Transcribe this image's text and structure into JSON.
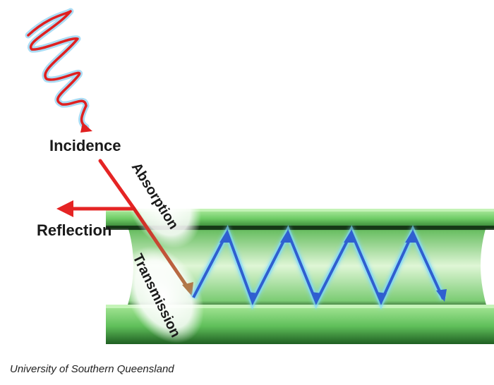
{
  "labels": {
    "incidence": "Incidence",
    "absorption": "Absorption",
    "reflection": "Reflection",
    "transmission": "Transmission"
  },
  "credit": "University of Southern Queensland",
  "colors": {
    "incident_wave": "#e02020",
    "wave_glow": "#8fd0f0",
    "reflection_arrow": "#e52424",
    "transmission_start": "#d92020",
    "transmission_end": "#b07a4a",
    "internal_ray": "#2f5fd0",
    "internal_ray_glow": "#7fd8ff",
    "plate_light": "#9fe08f",
    "plate_mid": "#5fbf5a",
    "plate_dark": "#2f7a2f",
    "core_light": "#d6f4cc",
    "core_mid": "#8fd68a"
  },
  "icons": [
    "wave-icon",
    "arrow-icon"
  ]
}
